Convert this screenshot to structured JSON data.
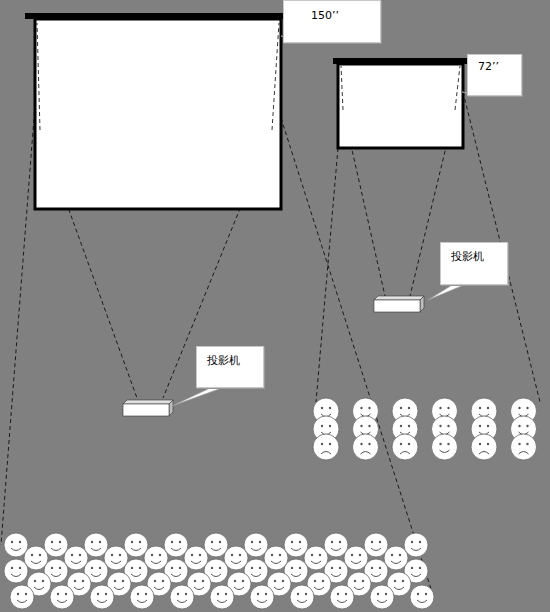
{
  "diagram": {
    "nodes": [
      {
        "text": [
          "150’’"
        ]
      },
      {
        "text": [
          "72’’"
        ]
      },
      {
        "text": [
          "投影机"
        ]
      },
      {
        "text": [
          "投影机"
        ]
      }
    ]
  }
}
